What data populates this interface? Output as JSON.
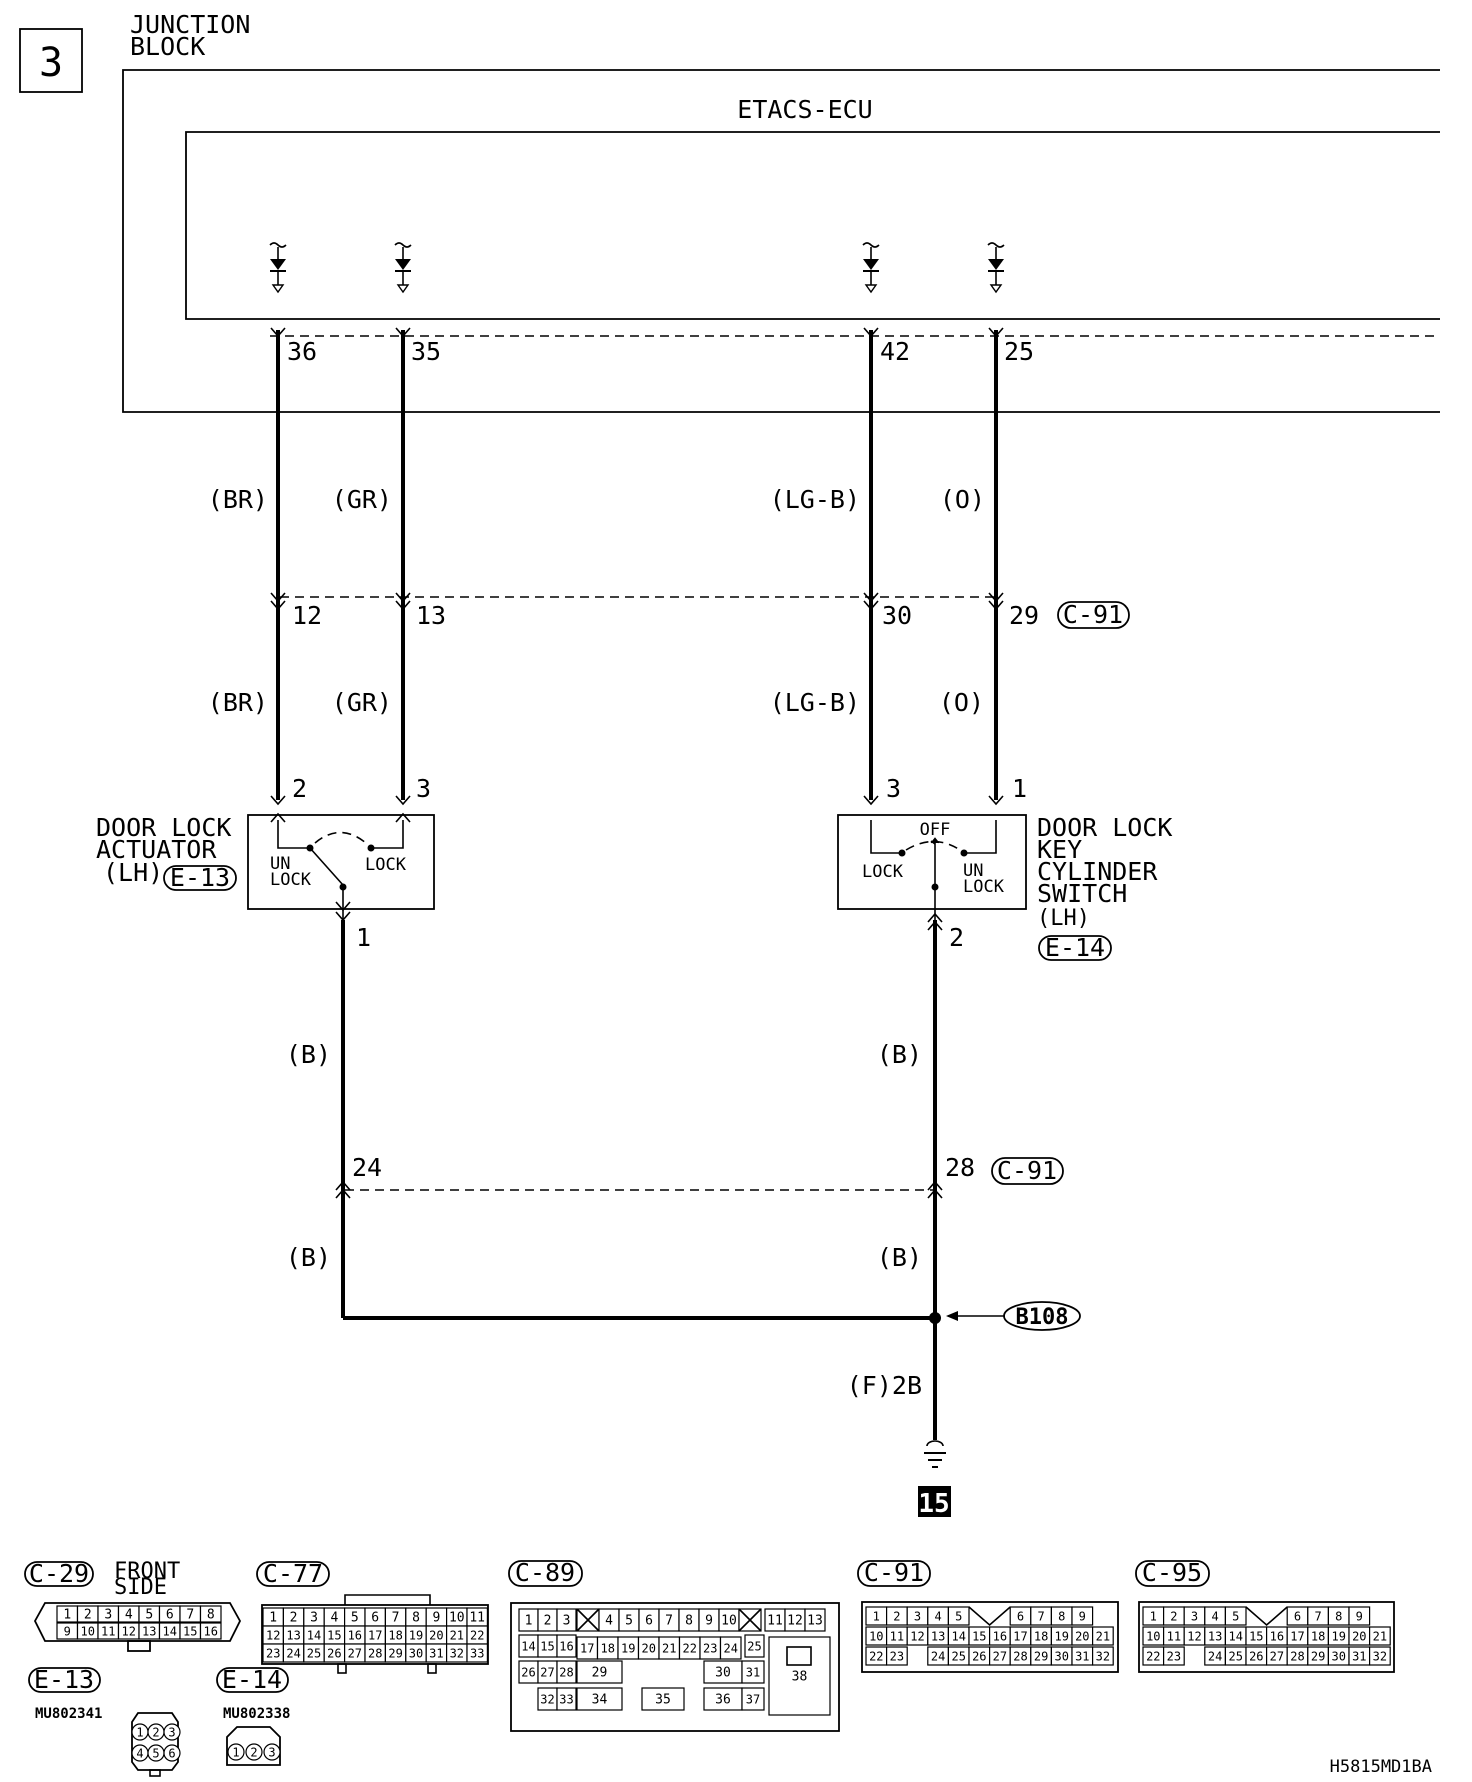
{
  "page_badge": "3",
  "junction_block": [
    "JUNCTION",
    "BLOCK"
  ],
  "ecu": "ETACS-ECU",
  "ecu_terminals": [
    "36",
    "35",
    "42",
    "25"
  ],
  "wires_upper": [
    "(BR)",
    "(GR)",
    "(LG-B)",
    "(O)"
  ],
  "mid_terminals": [
    "12",
    "13",
    "30",
    "29"
  ],
  "c91_ref": "C-91",
  "wires_mid": [
    "(BR)",
    "(GR)",
    "(LG-B)",
    "(O)"
  ],
  "actuator": {
    "label": [
      "DOOR LOCK",
      "ACTUATOR",
      "(LH)"
    ],
    "connector": "E-13",
    "pins": [
      "2",
      "3",
      "1"
    ],
    "unlock": [
      "UN",
      "LOCK"
    ],
    "lock": "LOCK"
  },
  "keyswitch": {
    "label": [
      "DOOR LOCK",
      "KEY",
      "CYLINDER",
      "SWITCH",
      "(LH)"
    ],
    "connector": "E-14",
    "pins": [
      "3",
      "1",
      "2"
    ],
    "off": "OFF",
    "lock": "LOCK",
    "unlock": [
      "UN",
      "LOCK"
    ]
  },
  "wires_lower": [
    "(B)",
    "(B)"
  ],
  "low_terminals": [
    "24",
    "28"
  ],
  "wires_bottom": [
    "(B)",
    "(B)"
  ],
  "splice": "B108",
  "ground_wire": "(F)2B",
  "ground_ref": "15",
  "connectors": {
    "c29": {
      "name": "C-29",
      "note": [
        "FRONT",
        "SIDE"
      ],
      "row1": [
        "1",
        "2",
        "3",
        "4",
        "5",
        "6",
        "7",
        "8"
      ],
      "row2": [
        "9",
        "10",
        "11",
        "12",
        "13",
        "14",
        "15",
        "16"
      ]
    },
    "c77": {
      "name": "C-77",
      "row1": [
        "1",
        "2",
        "3",
        "4",
        "5",
        "6",
        "7",
        "8",
        "9",
        "10",
        "11"
      ],
      "row2": [
        "12",
        "13",
        "14",
        "15",
        "16",
        "17",
        "18",
        "19",
        "20",
        "21",
        "22"
      ],
      "row3": [
        "23",
        "24",
        "25",
        "26",
        "27",
        "28",
        "29",
        "30",
        "31",
        "32",
        "33"
      ]
    },
    "c89": {
      "name": "C-89",
      "r1a": [
        "1",
        "2",
        "3"
      ],
      "r1b": [
        "4",
        "5",
        "6",
        "7",
        "8",
        "9",
        "10"
      ],
      "r1c": [
        "11",
        "12",
        "13"
      ],
      "r2a": [
        "14",
        "15",
        "16"
      ],
      "r2b": [
        "17",
        "18",
        "19",
        "20",
        "21",
        "22",
        "23",
        "24"
      ],
      "r2c": [
        "25"
      ],
      "r3": [
        "26",
        "27",
        "28",
        "29",
        "30",
        "31"
      ],
      "r4": [
        "32",
        "33",
        "34",
        "35",
        "36",
        "37"
      ],
      "big": "38"
    },
    "c91": {
      "name": "C-91",
      "row1": [
        "1",
        "2",
        "3",
        "4",
        "5",
        "6",
        "7",
        "8",
        "9"
      ],
      "row2": [
        "10",
        "11",
        "12",
        "13",
        "14",
        "15",
        "16",
        "17",
        "18",
        "19",
        "20",
        "21"
      ],
      "row3": [
        "22",
        "23",
        "24",
        "25",
        "26",
        "27",
        "28",
        "29",
        "30",
        "31",
        "32"
      ]
    },
    "c95": {
      "name": "C-95",
      "row1": [
        "1",
        "2",
        "3",
        "4",
        "5",
        "6",
        "7",
        "8",
        "9"
      ],
      "row2": [
        "10",
        "11",
        "12",
        "13",
        "14",
        "15",
        "16",
        "17",
        "18",
        "19",
        "20",
        "21"
      ],
      "row3": [
        "22",
        "23",
        "24",
        "25",
        "26",
        "27",
        "28",
        "29",
        "30",
        "31",
        "32"
      ]
    },
    "e13": {
      "name": "E-13",
      "part": "MU802341",
      "pins": [
        "1",
        "2",
        "3",
        "4",
        "5",
        "6"
      ]
    },
    "e14": {
      "name": "E-14",
      "part": "MU802338",
      "pins": [
        "1",
        "2",
        "3"
      ]
    }
  },
  "figure_id": "H5815MD1BA"
}
